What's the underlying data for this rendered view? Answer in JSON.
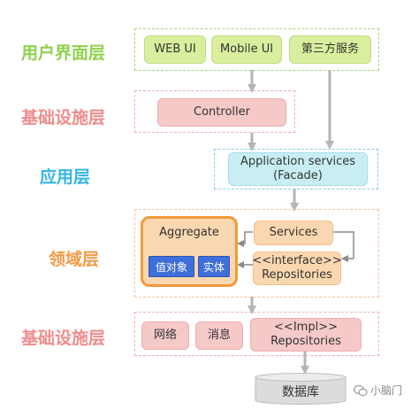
{
  "layers": {
    "ui": "用户界面层",
    "infra_top": "基础设施层",
    "application": "应用层",
    "domain": "领域层",
    "infra_bottom": "基础设施层"
  },
  "boxes": {
    "web_ui": "WEB UI",
    "mobile_ui": "Mobile UI",
    "third_party": "第三方服务",
    "controller": "Controller",
    "app_services_line1": "Application services",
    "app_services_line2": "(Facade)",
    "aggregate": "Aggregate",
    "value_object": "值对象",
    "entity": "实体",
    "services": "Services",
    "repo_interface_line1": "<<interface>>",
    "repo_interface_line2": "Repositories",
    "network": "网络",
    "message": "消息",
    "repo_impl_line1": "<<Impl>>",
    "repo_impl_line2": "Repositories",
    "database": "数据库"
  },
  "watermark": "小脑门",
  "colors": {
    "ui_label": "#8fd14f",
    "infra_label": "#f08c8c",
    "app_label": "#33b5e5",
    "domain_label": "#f59a45",
    "arrow": "#b5b5b5",
    "domain_connector": "#8a8a8a"
  }
}
